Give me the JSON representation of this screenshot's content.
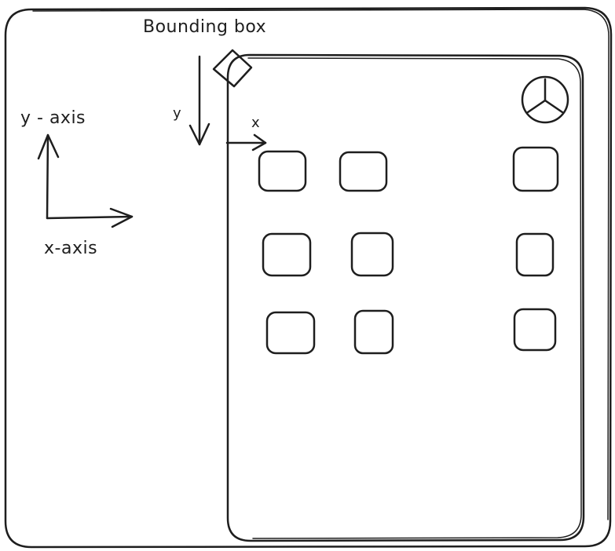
{
  "labels": {
    "bounding_box": "Bounding box",
    "y_axis": "y - axis",
    "x_axis": "x-axis",
    "y": "y",
    "x": "x"
  },
  "colors": {
    "stroke": "#1e1e1e",
    "background": "#ffffff"
  },
  "icons": {
    "pie": "pie-icon",
    "diamond": "diamond-icon"
  },
  "grid": {
    "rows": 3,
    "columns": 3
  }
}
